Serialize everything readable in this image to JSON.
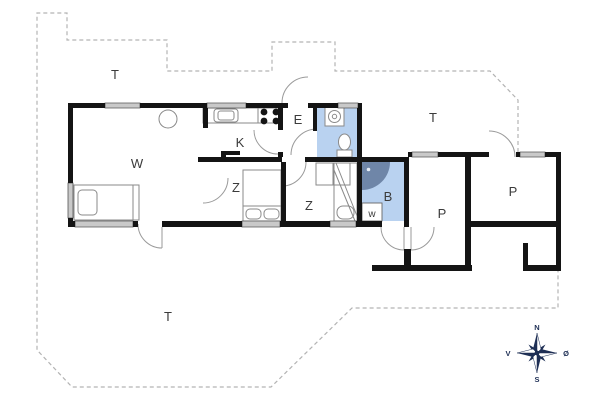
{
  "floor_plan": {
    "room_labels": [
      {
        "id": "terrace-top-left",
        "label": "T"
      },
      {
        "id": "terrace-top-right",
        "label": "T"
      },
      {
        "id": "terrace-bottom",
        "label": "T"
      },
      {
        "id": "living-room",
        "label": "W"
      },
      {
        "id": "kitchen",
        "label": "K"
      },
      {
        "id": "entry",
        "label": "E"
      },
      {
        "id": "bedroom-left",
        "label": "Z"
      },
      {
        "id": "bedroom-right",
        "label": "Z"
      },
      {
        "id": "bathroom",
        "label": "B"
      },
      {
        "id": "utility-closet",
        "label": "w"
      },
      {
        "id": "annex-left",
        "label": "P"
      },
      {
        "id": "annex-right",
        "label": "P"
      }
    ],
    "compass": {
      "north": "N",
      "east": "Ø",
      "south": "S",
      "west": "V"
    },
    "colors": {
      "wall": "#141414",
      "wet_room_fill": "#b9d2f0",
      "shower_fill": "#6f86a8",
      "window_fill": "#c9c9c9",
      "compass": "#1e2f55",
      "door_arc": "#9a9a9a",
      "furniture": "#8a8a8a",
      "boundary": "#b3b3b3"
    }
  }
}
